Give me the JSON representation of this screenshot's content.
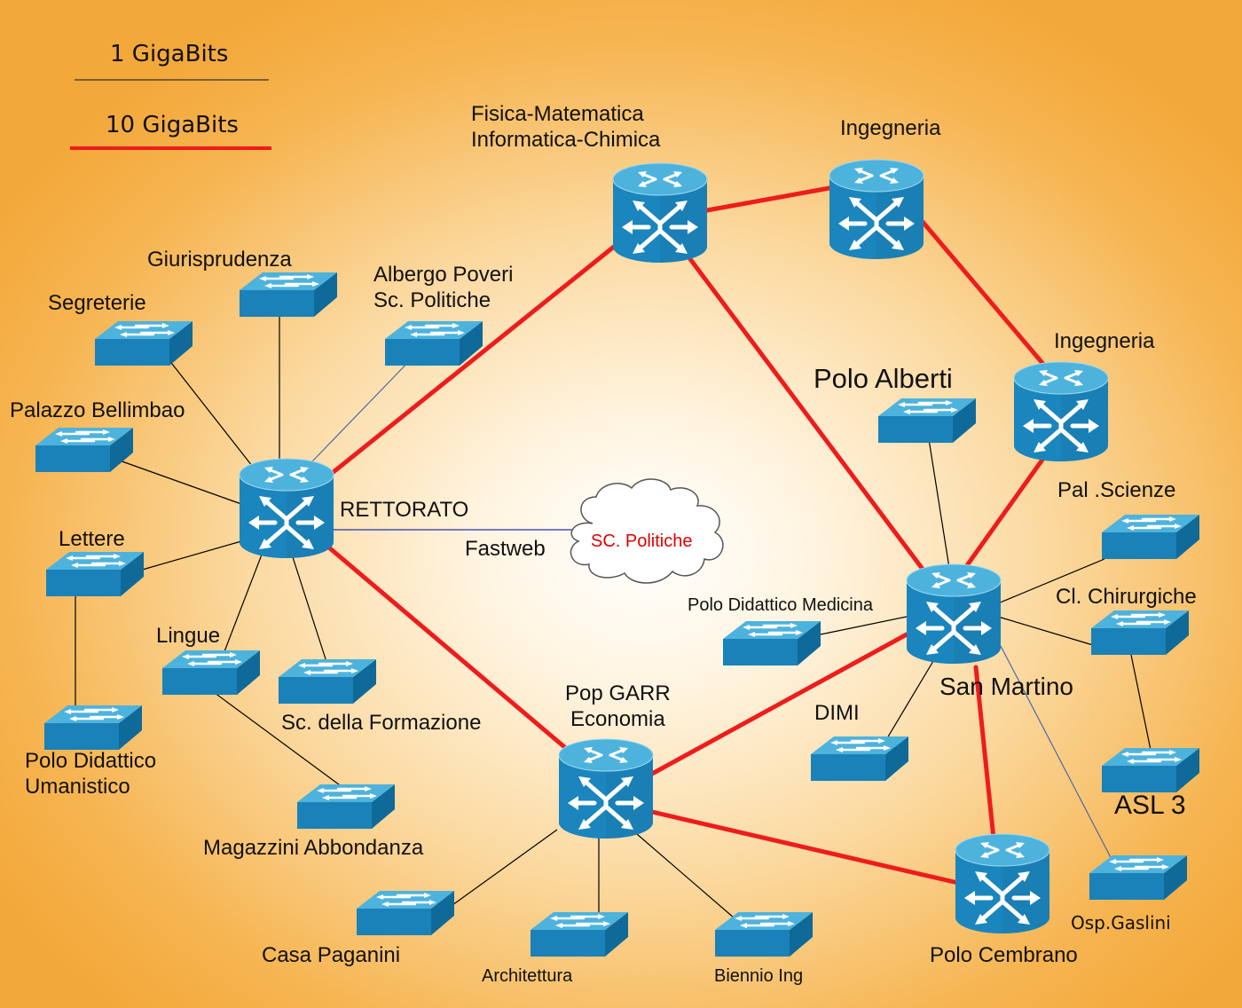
{
  "legend": {
    "one_gb": "1 GigaBits",
    "ten_gb": "10 GigaBits",
    "one_gb_color": "#333333",
    "ten_gb_color": "#ee1c1c"
  },
  "colors": {
    "link_10g": "#ee1c1c",
    "link_1g": "#000000",
    "link_blue": "#2233aa",
    "link_blue_light": "#4a6aa8",
    "device_top": "#4fb0da",
    "device_body": "#1a82b8",
    "device_side": "#0e5f8a",
    "cloud_text": "#e00000"
  },
  "labels": {
    "fisica": [
      "Fisica-Matematica",
      "Informatica-Chimica"
    ],
    "ingegneria_1": "Ingegneria",
    "ingegneria_2": "Ingegneria",
    "giurisprudenza": "Giurisprudenza",
    "albergo": [
      "Albergo Poveri",
      "Sc. Politiche"
    ],
    "segreterie": "Segreterie",
    "polo_alberti": "Polo Alberti",
    "palazzo_bellimbao": "Palazzo Bellimbao",
    "rettorato": "RETTORATO",
    "fastweb": "Fastweb",
    "cloud": "SC. Politiche",
    "pal_scienze": "Pal .Scienze",
    "lettere": "Lettere",
    "cl_chirurgiche": "Cl. Chirurgiche",
    "polo_didattico_medicina": "Polo Didattico Medicina",
    "lingue": "Lingue",
    "pop_garr": [
      "Pop GARR",
      "Economia"
    ],
    "san_martino": "San Martino",
    "sc_formazione": "Sc. della Formazione",
    "dimi": "DIMI",
    "polo_didattico_umanistico": [
      "Polo Didattico",
      "Umanistico"
    ],
    "asl3": "ASL 3",
    "magazzini": "Magazzini Abbondanza",
    "casa_paganini": "Casa Paganini",
    "architettura": "Architettura",
    "biennio_ing": "Biennio Ing",
    "polo_cembrano": "Polo Cembrano",
    "osp_gaslini": "Osp.Gaslini"
  },
  "nodes": {
    "routers": [
      "fisica",
      "ingegneria_1",
      "ingegneria_2",
      "rettorato",
      "pop_garr",
      "san_martino",
      "polo_cembrano"
    ],
    "switches": [
      "giurisprudenza",
      "segreterie",
      "albergo",
      "palazzo_bellimbao",
      "lettere",
      "lingue",
      "sc_formazione",
      "polo_didattico_umanistico",
      "magazzini",
      "polo_alberti",
      "pal_scienze",
      "polo_didattico_medicina",
      "cl_chirurgiche",
      "dimi",
      "asl3",
      "osp_gaslini",
      "casa_paganini",
      "architettura",
      "biennio_ing"
    ]
  },
  "links": [
    {
      "from": "rettorato",
      "to": "fisica",
      "speed": "10 GigaBits"
    },
    {
      "from": "fisica",
      "to": "ingegneria_1",
      "speed": "10 GigaBits"
    },
    {
      "from": "ingegneria_1",
      "to": "ingegneria_2",
      "speed": "10 GigaBits"
    },
    {
      "from": "ingegneria_2",
      "to": "san_martino",
      "speed": "10 GigaBits"
    },
    {
      "from": "fisica",
      "to": "san_martino",
      "speed": "10 GigaBits"
    },
    {
      "from": "rettorato",
      "to": "pop_garr",
      "speed": "10 GigaBits"
    },
    {
      "from": "pop_garr",
      "to": "san_martino",
      "speed": "10 GigaBits"
    },
    {
      "from": "pop_garr",
      "to": "polo_cembrano",
      "speed": "10 GigaBits"
    },
    {
      "from": "san_martino",
      "to": "polo_cembrano",
      "speed": "10 GigaBits"
    },
    {
      "from": "rettorato",
      "to": "giurisprudenza",
      "speed": "1 GigaBits"
    },
    {
      "from": "rettorato",
      "to": "segreterie",
      "speed": "1 GigaBits"
    },
    {
      "from": "rettorato",
      "to": "albergo",
      "speed": "1 GigaBits"
    },
    {
      "from": "rettorato",
      "to": "palazzo_bellimbao",
      "speed": "1 GigaBits"
    },
    {
      "from": "rettorato",
      "to": "lettere",
      "speed": "1 GigaBits"
    },
    {
      "from": "rettorato",
      "to": "lingue",
      "speed": "1 GigaBits"
    },
    {
      "from": "rettorato",
      "to": "sc_formazione",
      "speed": "1 GigaBits"
    },
    {
      "from": "lettere",
      "to": "polo_didattico_umanistico",
      "speed": "1 GigaBits"
    },
    {
      "from": "lingue",
      "to": "magazzini",
      "speed": "1 GigaBits"
    },
    {
      "from": "rettorato",
      "to": "cloud",
      "speed": "Fastweb"
    },
    {
      "from": "san_martino",
      "to": "polo_alberti",
      "speed": "1 GigaBits"
    },
    {
      "from": "san_martino",
      "to": "pal_scienze",
      "speed": "1 GigaBits"
    },
    {
      "from": "san_martino",
      "to": "polo_didattico_medicina",
      "speed": "1 GigaBits"
    },
    {
      "from": "san_martino",
      "to": "cl_chirurgiche",
      "speed": "1 GigaBits"
    },
    {
      "from": "san_martino",
      "to": "dimi",
      "speed": "1 GigaBits"
    },
    {
      "from": "san_martino",
      "to": "osp_gaslini",
      "speed": "1 GigaBits"
    },
    {
      "from": "cl_chirurgiche",
      "to": "asl3",
      "speed": "1 GigaBits"
    },
    {
      "from": "pop_garr",
      "to": "casa_paganini",
      "speed": "1 GigaBits"
    },
    {
      "from": "pop_garr",
      "to": "architettura",
      "speed": "1 GigaBits"
    },
    {
      "from": "pop_garr",
      "to": "biennio_ing",
      "speed": "1 GigaBits"
    }
  ]
}
